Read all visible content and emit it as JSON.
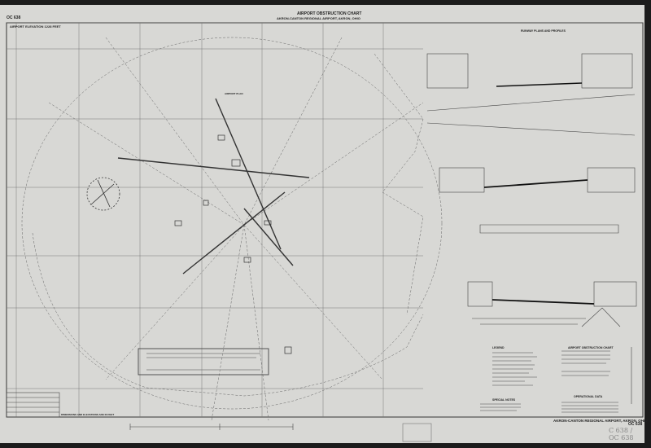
{
  "chart_id": "OC 638",
  "title": "AIRPORT OBSTRUCTION CHART",
  "subtitle": "AKRON-CANTON REGIONAL AIRPORT, AKRON, OHIO",
  "airport_elevation": "AIRPORT ELEVATION 1228 FEET",
  "plan_label": "AIRPORT PLAN",
  "runway_section_title": "RUNWAY PLANS AND PROFILES",
  "legend_title": "LEGEND",
  "special_notes_title": "SPECIAL NOTES",
  "info_title": "AIRPORT OBSTRUCTION CHART",
  "operational_data_title": "OPERATIONAL DATA",
  "dimensions_note": "DIMENSIONS AND ELEVATIONS ARE IN FEET",
  "footer_title": "AKRON-CANTON REGIONAL AIRPORT, AKRON, OHIO",
  "footer_id": "OC 638",
  "handwritten_mark": "C 638 / OC 638",
  "colors": {
    "paper": "#d8d8d5",
    "ink": "#2a2a2a",
    "frame": "#1c1c1c"
  }
}
